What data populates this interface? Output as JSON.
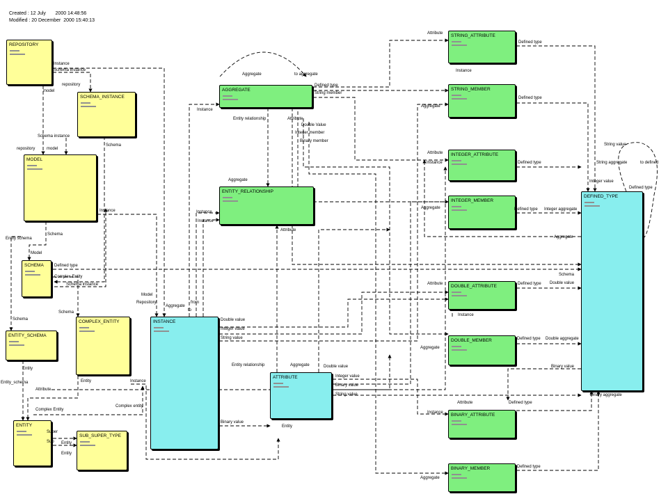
{
  "header": {
    "created": "Created : 12 July       2000 14:48:56",
    "modified": "Modified : 20 December  2000 15:40:13"
  },
  "entities": [
    {
      "id": "repository",
      "title": "REPOSITORY",
      "color": "yellow"
    },
    {
      "id": "schema_instance",
      "title": "SCHEMA_INSTANCE",
      "color": "yellow"
    },
    {
      "id": "model",
      "title": "MODEL",
      "color": "yellow"
    },
    {
      "id": "schema",
      "title": "SCHEMA",
      "color": "yellow"
    },
    {
      "id": "entity_schema",
      "title": "ENTITY_SCHEMA",
      "color": "yellow"
    },
    {
      "id": "complex_entity",
      "title": "COMPLEX_ENTITY",
      "color": "yellow"
    },
    {
      "id": "entity",
      "title": "ENTITY",
      "color": "yellow"
    },
    {
      "id": "sub_super_type",
      "title": "SUB_SUPER_TYPE",
      "color": "yellow"
    },
    {
      "id": "aggregate",
      "title": "AGGREGATE",
      "color": "green"
    },
    {
      "id": "entity_relationship",
      "title": "ENTITY_RELATIONSHIP",
      "color": "green"
    },
    {
      "id": "instance",
      "title": "INSTANCE",
      "color": "cyan"
    },
    {
      "id": "attribute",
      "title": "ATTRIBUTE",
      "color": "cyan"
    },
    {
      "id": "string_attribute",
      "title": "STRING_ATTRIBUTE",
      "color": "green"
    },
    {
      "id": "string_member",
      "title": "STRING_MEMBER",
      "color": "green"
    },
    {
      "id": "integer_attribute",
      "title": "INTEGER_ATTRIBUTE",
      "color": "green"
    },
    {
      "id": "integer_member",
      "title": "INTEGER_MEMBER",
      "color": "green"
    },
    {
      "id": "double_attribute",
      "title": "DOUBLE_ATTRIBUTE",
      "color": "green"
    },
    {
      "id": "double_member",
      "title": "DOUBLE_MEMBER",
      "color": "green"
    },
    {
      "id": "binary_attribute",
      "title": "BINARY_ATTRIBUTE",
      "color": "green"
    },
    {
      "id": "binary_member",
      "title": "BINARY_MEMBER",
      "color": "green"
    },
    {
      "id": "defined_type",
      "title": "DEFINED_TYPE",
      "color": "cyan"
    }
  ],
  "labels": [
    "Instance",
    "Schema instance",
    "repository",
    "model",
    "Schema instance",
    "repository",
    "model",
    "Schema",
    "Instance",
    "Entity schema",
    "Schema",
    "Model",
    "Defined type",
    "Complex Entity",
    "Schema instance",
    "Schema",
    "Schema",
    "Entity",
    "Entity_schema",
    "Attribute",
    "Complex Entity",
    "Entity",
    "Super",
    "Sup",
    "Entity",
    "Entity",
    "Complex entity",
    "Instance",
    "Model",
    "Repository",
    "Aggregate",
    "from",
    "to",
    "Aggregate",
    "to aggregate",
    "Instance",
    "Defined type",
    "String member",
    "Entity relationship",
    "Attribute",
    "Double Value",
    "Integer member",
    "Binary member",
    "Aggregate",
    "Instance",
    "Instance",
    "Attribute",
    "Double value",
    "Integer value",
    "String value",
    "Binary value",
    "Entity relationship",
    "Aggregate",
    "Double value",
    "Integer value",
    "Binary value",
    "String value",
    "Entity",
    "Attribute",
    "Defined type",
    "Instance",
    "Aggregate",
    "Defined type",
    "Attribute",
    "Instance",
    "Defined type",
    "Aggregate",
    "Defined type",
    "Integer aggregate",
    "Aggregate",
    "Attribute",
    "Defined type",
    "Instance",
    "Aggregate",
    "Defined type",
    "Double aggregate",
    "Binary value",
    "Attribute",
    "Defined type",
    "Instance",
    "Aggregate",
    "Defined type",
    "String value",
    "String aggregate",
    "to defined",
    "Integer value",
    "Defined type",
    "Schema",
    "Double value",
    "Binary aggregate"
  ]
}
